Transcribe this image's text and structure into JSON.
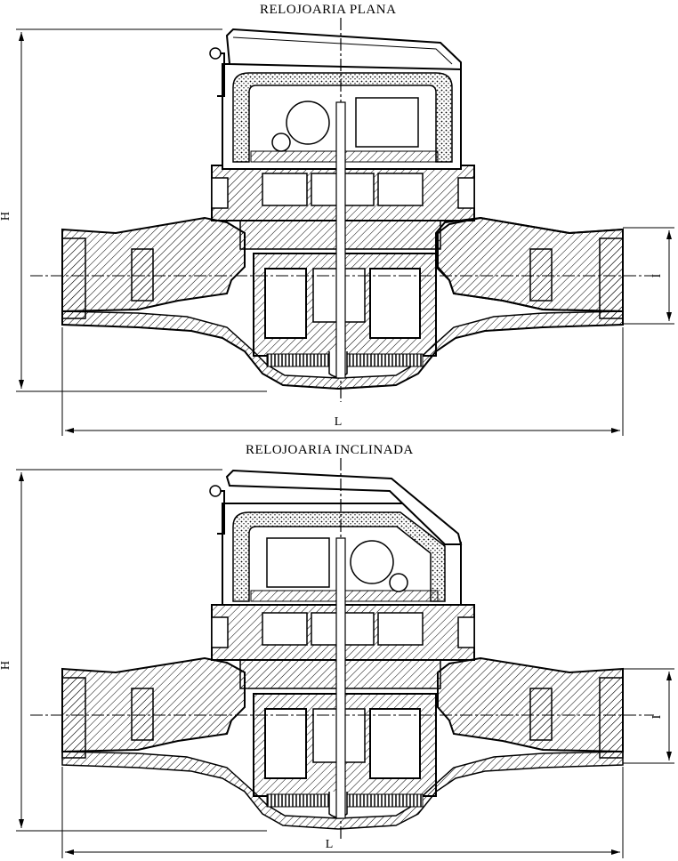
{
  "drawings": [
    {
      "title": "RELOJOARIA PLANA",
      "dimensions": {
        "height": "H",
        "length": "L",
        "inlet": "I"
      }
    },
    {
      "title": "RELOJOARIA INCLINADA",
      "dimensions": {
        "height": "H",
        "length": "L",
        "inlet": "I"
      }
    }
  ]
}
